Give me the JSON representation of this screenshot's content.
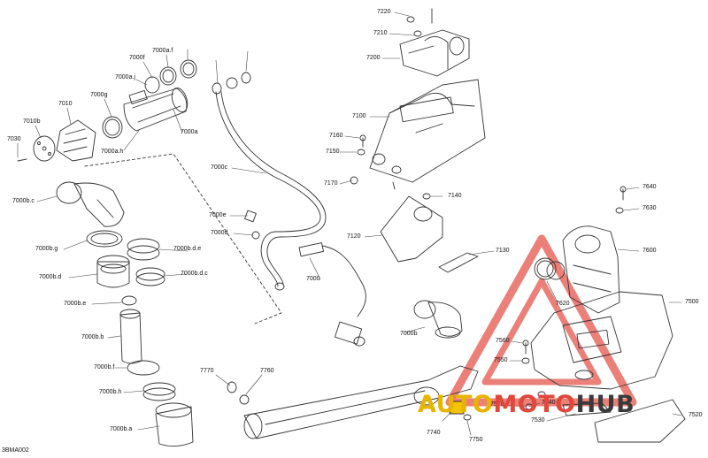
{
  "diagram": {
    "code": "3BMA002",
    "labels": [
      "7220",
      "7210",
      "7200",
      "7100",
      "7160",
      "7150",
      "7170",
      "7140",
      "7120",
      "7130",
      "7640",
      "7630",
      "7600",
      "7620",
      "7500",
      "7560",
      "7550",
      "7540",
      "7570",
      "7530",
      "7520",
      "7740",
      "7750",
      "7760",
      "7770",
      "7000b",
      "7000",
      "7000d",
      "7000e",
      "7000c",
      "7000a",
      "7000a.h",
      "7000a.j",
      "7000a.f",
      "7000f",
      "7000g",
      "7010",
      "7010b",
      "7030",
      "7000b.c",
      "7000b.g",
      "7000b.d.e",
      "7000b.d",
      "7000b.d.c",
      "7000b.e",
      "7000b.b",
      "7000b.f",
      "7000b.h",
      "7000b.a"
    ]
  },
  "watermark": {
    "part1": "AUTO",
    "part2": "MOTO",
    "part3": "HUB",
    "colors": {
      "part1": "#e8b400",
      "part2": "#e0473d",
      "part3": "#3a3a3a"
    }
  }
}
